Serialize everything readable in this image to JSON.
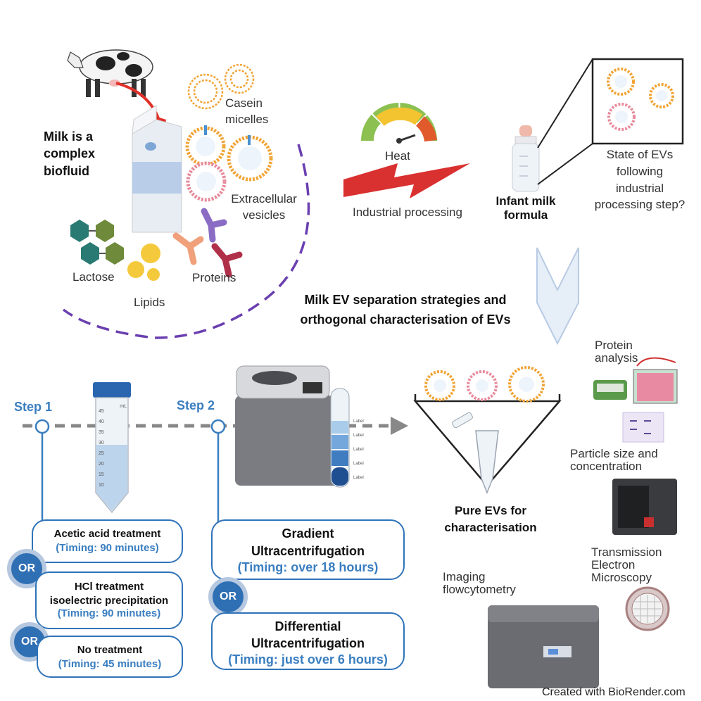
{
  "top": {
    "milk_complex": "Milk is a\ncomplex\nbiofluid",
    "casein": "Casein\nmicelles",
    "ev": "Extracellular\nvesicles",
    "lactose": "Lactose",
    "lipids": "Lipids",
    "proteins": "Proteins",
    "heat": "Heat",
    "industrial": "Industrial processing",
    "formula": "Infant milk\nformula",
    "state": "State of EVs\nfollowing\nindustrial\nprocessing step?"
  },
  "middle": {
    "title": "Milk EV separation strategies and\northogonal characterisation of EVs"
  },
  "steps": {
    "step1": "Step 1",
    "step2": "Step 2",
    "step1_options": [
      {
        "title": "Acetic acid treatment",
        "timing": "(Timing: 90 minutes)"
      },
      {
        "title": "HCl treatment\nisoelectric precipitation",
        "timing": "(Timing: 90 minutes)"
      },
      {
        "title": "No treatment",
        "timing": "(Timing: 45 minutes)"
      }
    ],
    "step2_options": [
      {
        "title": "Gradient\nUltracentrifugation",
        "timing": "(Timing: over 18 hours)"
      },
      {
        "title": "Differential\nUltracentrifugation",
        "timing": "(Timing: just over 6 hours)"
      }
    ],
    "or": "OR"
  },
  "tube_marks": [
    "45",
    "40",
    "35",
    "30",
    "25",
    "20",
    "15",
    "10"
  ],
  "tube_unit": "mL",
  "gradient_label": "Label",
  "right": {
    "pure": "Pure EVs for\ncharacterisation",
    "protein": "Protein\nanalysis",
    "particle": "Particle size and\nconcentration",
    "tem": "Transmission\nElectron\nMicroscopy",
    "imaging": "Imaging\nflowcytometry"
  },
  "credit": "Created with BioRender.com",
  "colors": {
    "step_blue": "#3a7ec0",
    "box_border": "#2f73b8",
    "dashed_purple": "#6a3fb0",
    "bolt_red": "#d93030",
    "arrow_red": "#e0312a",
    "casein_orange": "#f1a436"
  }
}
